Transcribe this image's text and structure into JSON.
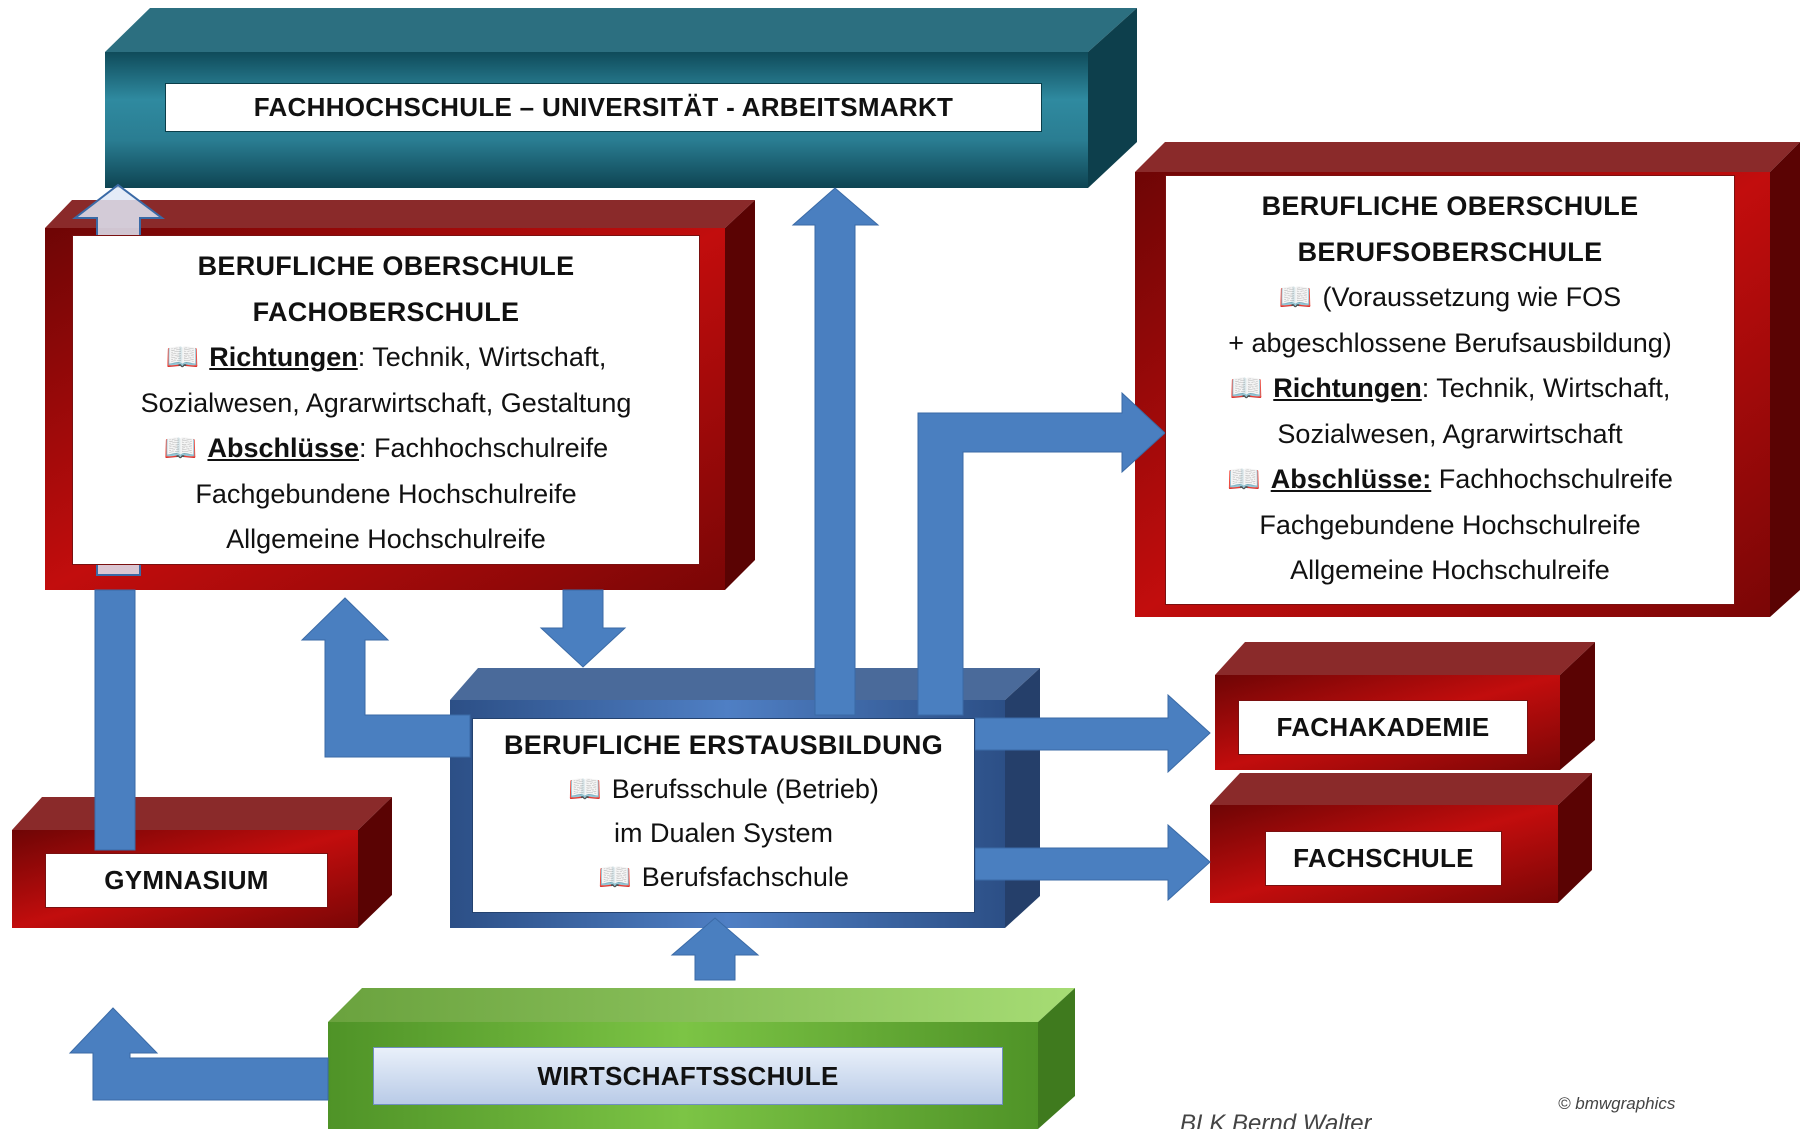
{
  "colors": {
    "teal": "#1f6e82",
    "red": "#a00a0a",
    "blue_box": "#3f6aa8",
    "arrow": "#4a7fc0",
    "green": "#6ab339"
  },
  "icons": {
    "book": "📖"
  },
  "top": {
    "title": "FACHHOCHSCHULE – UNIVERSITÄT - ARBEITSMARKT"
  },
  "fos": {
    "title_line1": "BERUFLICHE OBERSCHULE",
    "title_line2": "FACHOBERSCHULE",
    "richtungen_label": "Richtungen",
    "richtungen_a": ": Technik, Wirtschaft,",
    "richtungen_b": "Sozialwesen, Agrarwirtschaft, Gestaltung",
    "abschluesse_label": "Abschlüsse",
    "abschluesse_a": ": Fachhochschulreife",
    "abschluesse_b": "Fachgebundene Hochschulreife",
    "abschluesse_c": "Allgemeine Hochschulreife"
  },
  "bos": {
    "title_line1": "BERUFLICHE OBERSCHULE",
    "title_line2": "BERUFSOBERSCHULE",
    "voraussetzung_a": "(Voraussetzung wie FOS",
    "voraussetzung_b": "+ abgeschlossene Berufsausbildung)",
    "richtungen_label": "Richtungen",
    "richtungen_a": ": Technik, Wirtschaft,",
    "richtungen_b": "Sozialwesen, Agrarwirtschaft",
    "abschluesse_label": "Abschlüsse:",
    "abschluesse_a": " Fachhochschulreife",
    "abschluesse_b": "Fachgebundene Hochschulreife",
    "abschluesse_c": "Allgemeine Hochschulreife"
  },
  "erst": {
    "title": "BERUFLICHE ERSTAUSBILDUNG",
    "line1": "Berufsschule (Betrieb)",
    "line2": "im Dualen System",
    "line3": "Berufsfachschule"
  },
  "fachakademie": {
    "title": "FACHAKADEMIE"
  },
  "fachschule": {
    "title": "FACHSCHULE"
  },
  "gymnasium": {
    "title": "GYMNASIUM"
  },
  "wirtschaftsschule": {
    "title": "WIRTSCHAFTSSCHULE"
  },
  "credits": {
    "bmw": "© bmwgraphics",
    "author": "BLK Bernd Walter"
  }
}
